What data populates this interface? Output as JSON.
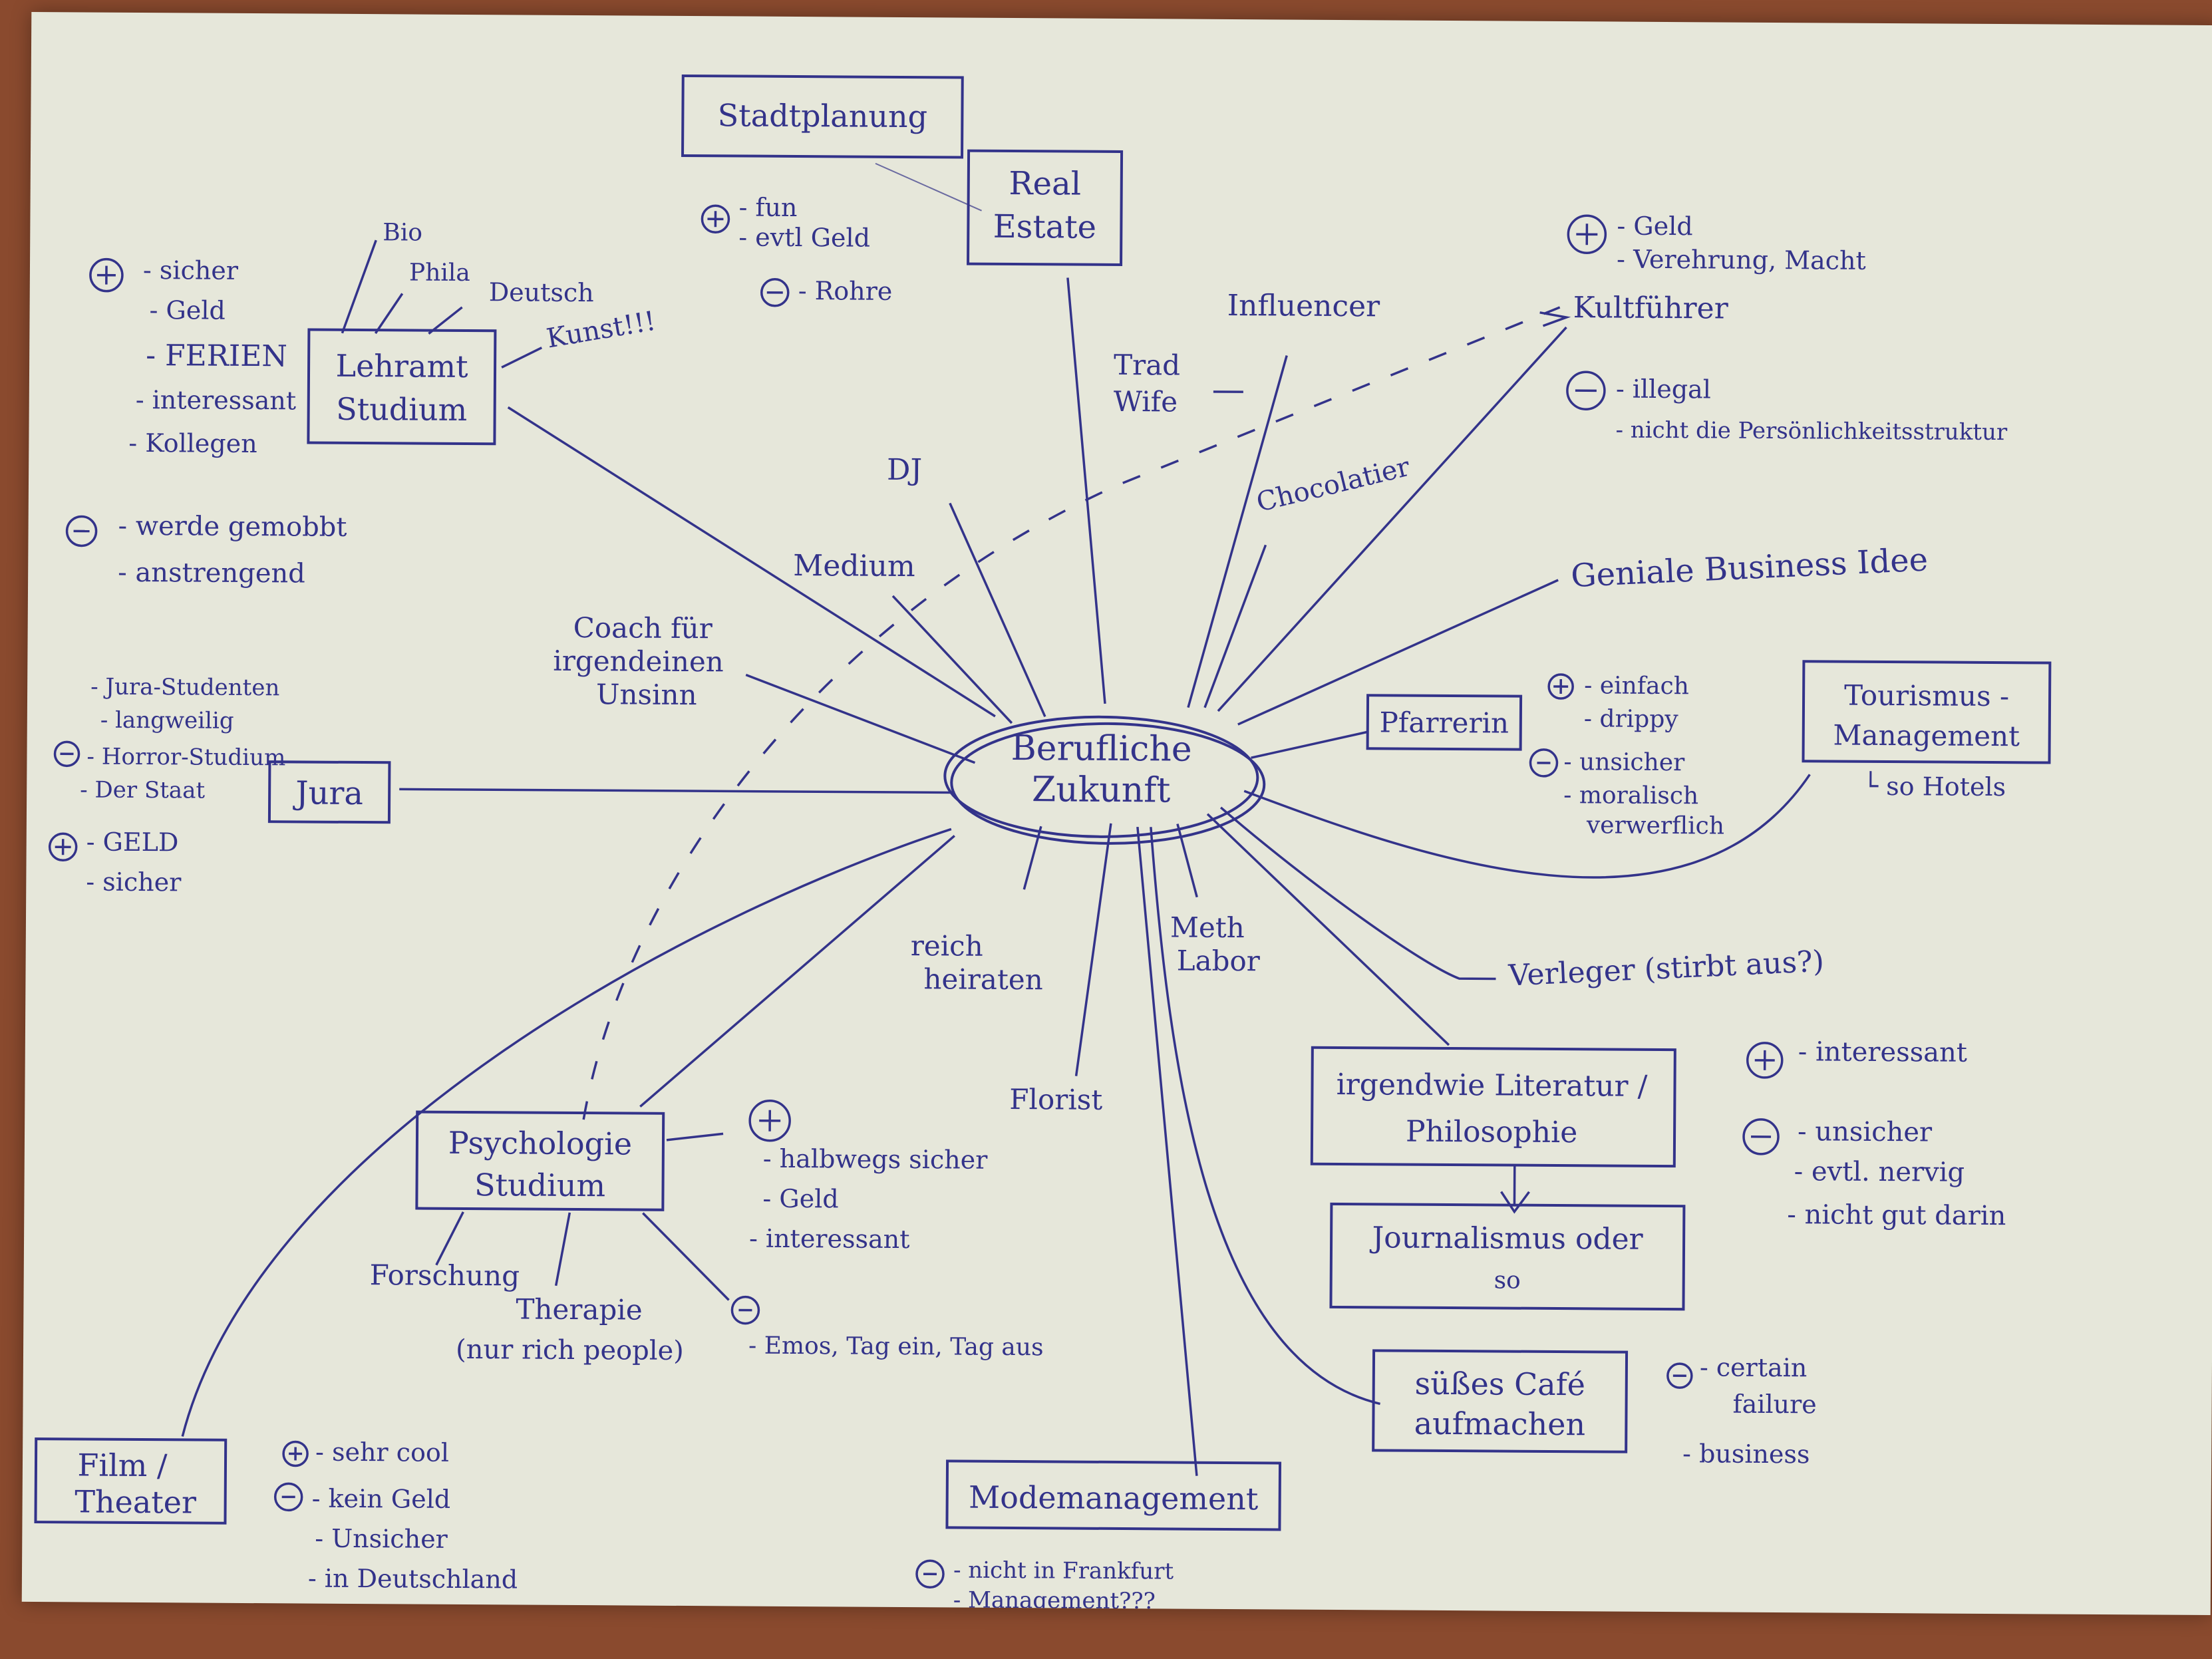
{
  "center": "Berufliche Zukunft",
  "nodes": {
    "stadtplanung": "Stadtplanung",
    "real_estate": [
      "Real",
      "Estate"
    ],
    "lehramt": [
      "Lehramt",
      "Studium"
    ],
    "jura": "Jura",
    "psychologie": [
      "Psychologie",
      "Studium"
    ],
    "film": [
      "Film /",
      "Theater"
    ],
    "modemanagement": "Modemanagement",
    "cafe": [
      "süßes Café",
      "aufmachen"
    ],
    "literatur": [
      "irgendwie Literatur /",
      "Philosophie"
    ],
    "journalismus": [
      "Journalismus oder",
      "so"
    ],
    "pfarrerin": "Pfarrerin",
    "tourismus": [
      "Tourismus -",
      "Management"
    ],
    "tourismus_note": "└ so Hotels"
  },
  "branches": {
    "influencer": "Influencer",
    "tradwife": [
      "Trad",
      "Wife"
    ],
    "chocolatier": "Chocolatier",
    "kultfuehrer": "Kultführer",
    "dj": "DJ",
    "medium": "Medium",
    "coach": [
      "Coach für",
      "irgendeinen",
      "Unsinn"
    ],
    "geniale": "Geniale Business Idee",
    "verleger": "Verleger (stirbt aus?)",
    "meth": [
      "Meth",
      "Labor"
    ],
    "reich": [
      "reich",
      "heiraten"
    ],
    "florist": "Florist"
  },
  "lehramt_subjects": [
    "Bio",
    "Phila",
    "Deutsch",
    "Kunst!!!"
  ],
  "psych_branches": {
    "forschung": "Forschung",
    "therapie": [
      "Therapie",
      "(nur rich people)"
    ]
  },
  "notes": {
    "real_estate_plus": [
      "- fun",
      "- evtl Geld"
    ],
    "real_estate_minus": "- Rohre",
    "lehramt_plus": [
      "- sicher",
      "- Geld",
      "- FERIEN",
      "- interessant",
      "- Kollegen"
    ],
    "lehramt_minus": [
      "- werde gemobbt",
      "- anstrengend"
    ],
    "jura_minus": [
      "- Jura-Studenten",
      "- langweilig",
      "- Horror-Studium",
      "- Der Staat"
    ],
    "jura_plus": [
      "- GELD",
      "- sicher"
    ],
    "kult_plus": [
      "- Geld",
      "- Verehrung, Macht"
    ],
    "kult_minus": [
      "- illegal",
      "- nicht die Persönlichkeitsstruktur"
    ],
    "pfarrerin_plus": [
      "- einfach",
      "- drippy"
    ],
    "pfarrerin_minus": [
      "- unsicher",
      "- moralisch",
      "verwerflich"
    ],
    "literatur_plus": "- interessant",
    "literatur_minus": [
      "- unsicher",
      "- evtl. nervig",
      "- nicht gut darin"
    ],
    "psych_plus": [
      "- halbwegs sicher",
      "- Geld",
      "- interessant"
    ],
    "psych_minus": "- Emos, Tag ein, Tag aus",
    "cafe_minus": [
      "- certain",
      "failure"
    ],
    "cafe_extra": "- business",
    "film_plus": "- sehr cool",
    "film_minus": [
      "- kein Geld",
      "- Unsicher",
      "- in Deutschland"
    ],
    "mode_minus": [
      "- nicht in Frankfurt",
      "- Management???"
    ]
  }
}
